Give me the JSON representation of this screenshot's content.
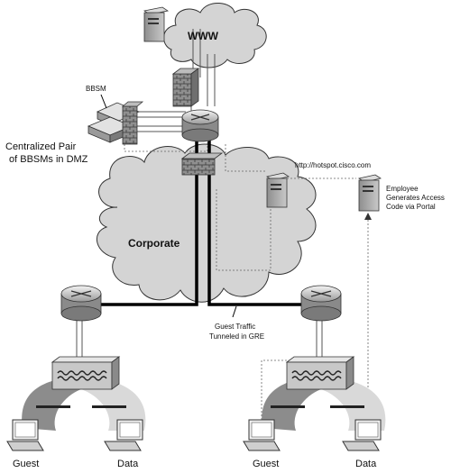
{
  "labels": {
    "www": "WWW",
    "bbsm": "BBSM",
    "centralized_line1": "Centralized Pair",
    "centralized_line2": "of BBSMs in DMZ",
    "hotspot_url": "http://hotspot.cisco.com",
    "employee_line1": "Employee",
    "employee_line2": "Generates Access",
    "employee_line3": "Code via Portal",
    "corporate": "Corporate",
    "guest_traffic_line1": "Guest Traffic",
    "guest_traffic_line2": "Tunneled in GRE",
    "guest_left": "Guest",
    "data_left": "Data",
    "guest_right": "Guest",
    "data_right": "Data"
  },
  "colors": {
    "cloud_fill": "#d4d4d4",
    "cloud_stroke": "#333333",
    "tunnel": "#000000",
    "link": "#555555",
    "dashed": "#666666",
    "switch_fill": "#c8c8c8",
    "zone_dark": "#8c8c8c",
    "zone_light": "#d9d9d9"
  }
}
